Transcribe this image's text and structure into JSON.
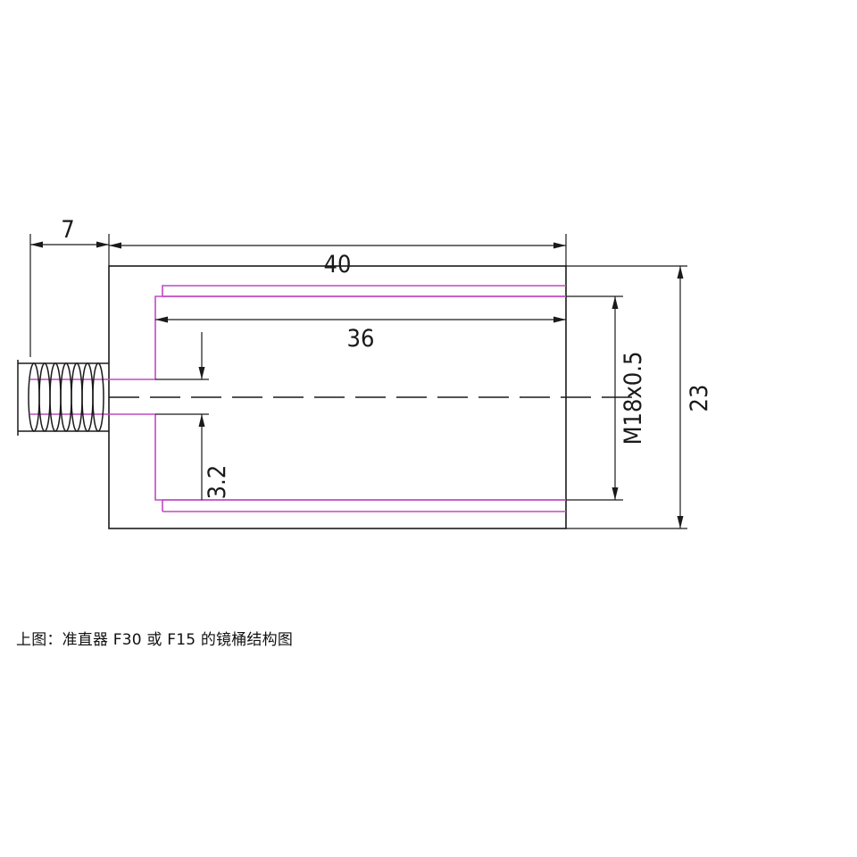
{
  "drawing": {
    "dimensions": {
      "thread_length": "7",
      "body_length": "40",
      "inner_length": "36",
      "wall_offset": "3.2",
      "thread_spec": "M18x0.5",
      "outer_height": "23"
    },
    "colors": {
      "line": "#1a1a1a",
      "inner_wall": "#c04ac4",
      "background": "#ffffff"
    }
  },
  "caption": "上图：准直器 F30 或 F15 的镜桶结构图"
}
